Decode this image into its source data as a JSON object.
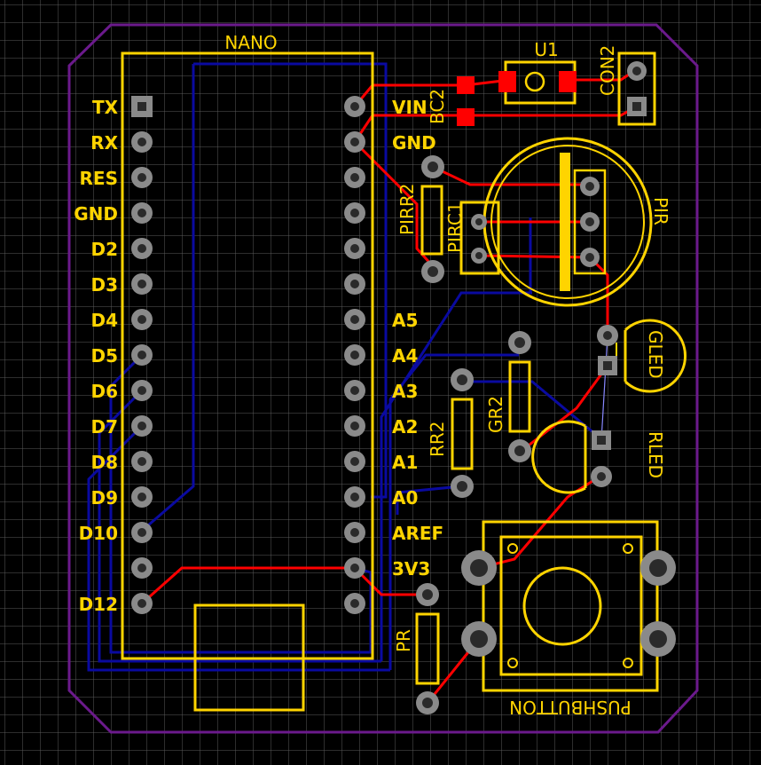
{
  "colors": {
    "background": "#000000",
    "grid": "#5a5a5a",
    "silkscreen": "#FFD400",
    "board_outline": "#6b1a8c",
    "top_copper": "#ff0000",
    "bottom_copper": "#0a0aa0",
    "ratsnest": "#8888ff",
    "pad_ring": "#8a8a8a",
    "pad_hole": "#2a2a2a",
    "smd_pad": "#ff0000"
  },
  "components": {
    "nano": "NANO",
    "u1": "U1",
    "bc2": "BC2",
    "con2": "CON2",
    "pir": "PIR",
    "pirr2": "PIRR2",
    "pirc1": "PIRC1",
    "gled": "GLED",
    "rled": "RLED",
    "rr2": "RR2",
    "gr2": "GR2",
    "pr": "PR",
    "pushbutton": "PUSHBUTTON"
  },
  "nano_left_pins": [
    "TX",
    "RX",
    "RES",
    "GND",
    "D2",
    "D3",
    "D4",
    "D5",
    "D6",
    "D7",
    "D8",
    "D9",
    "D10",
    "",
    "D12"
  ],
  "nano_right_pins": [
    "VIN",
    "GND",
    "",
    "",
    "",
    "",
    "A5",
    "A4",
    "A3",
    "A2",
    "A1",
    "A0",
    "AREF",
    "3V3",
    ""
  ]
}
